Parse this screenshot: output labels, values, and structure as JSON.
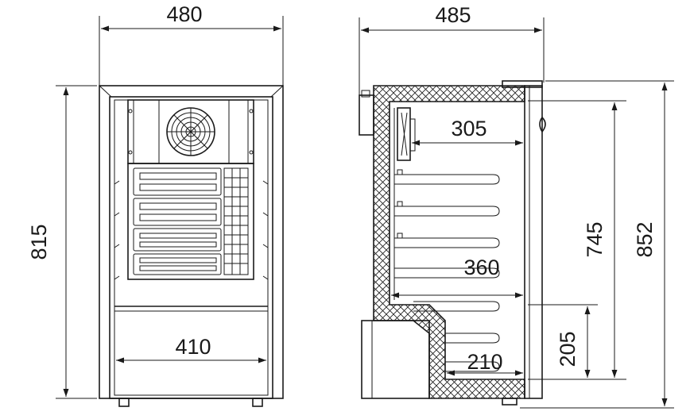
{
  "dimensions": {
    "front_width": "480",
    "front_height": "815",
    "front_inner_width": "410",
    "side_depth": "485",
    "side_height": "852",
    "side_inner_height": "745",
    "top_shelf_depth": "305",
    "shelf_depth": "360",
    "bottom_shelf_depth": "210",
    "bottom_compartment_height": "205"
  },
  "colors": {
    "line": "#1a1a1a",
    "background": "#ffffff"
  }
}
